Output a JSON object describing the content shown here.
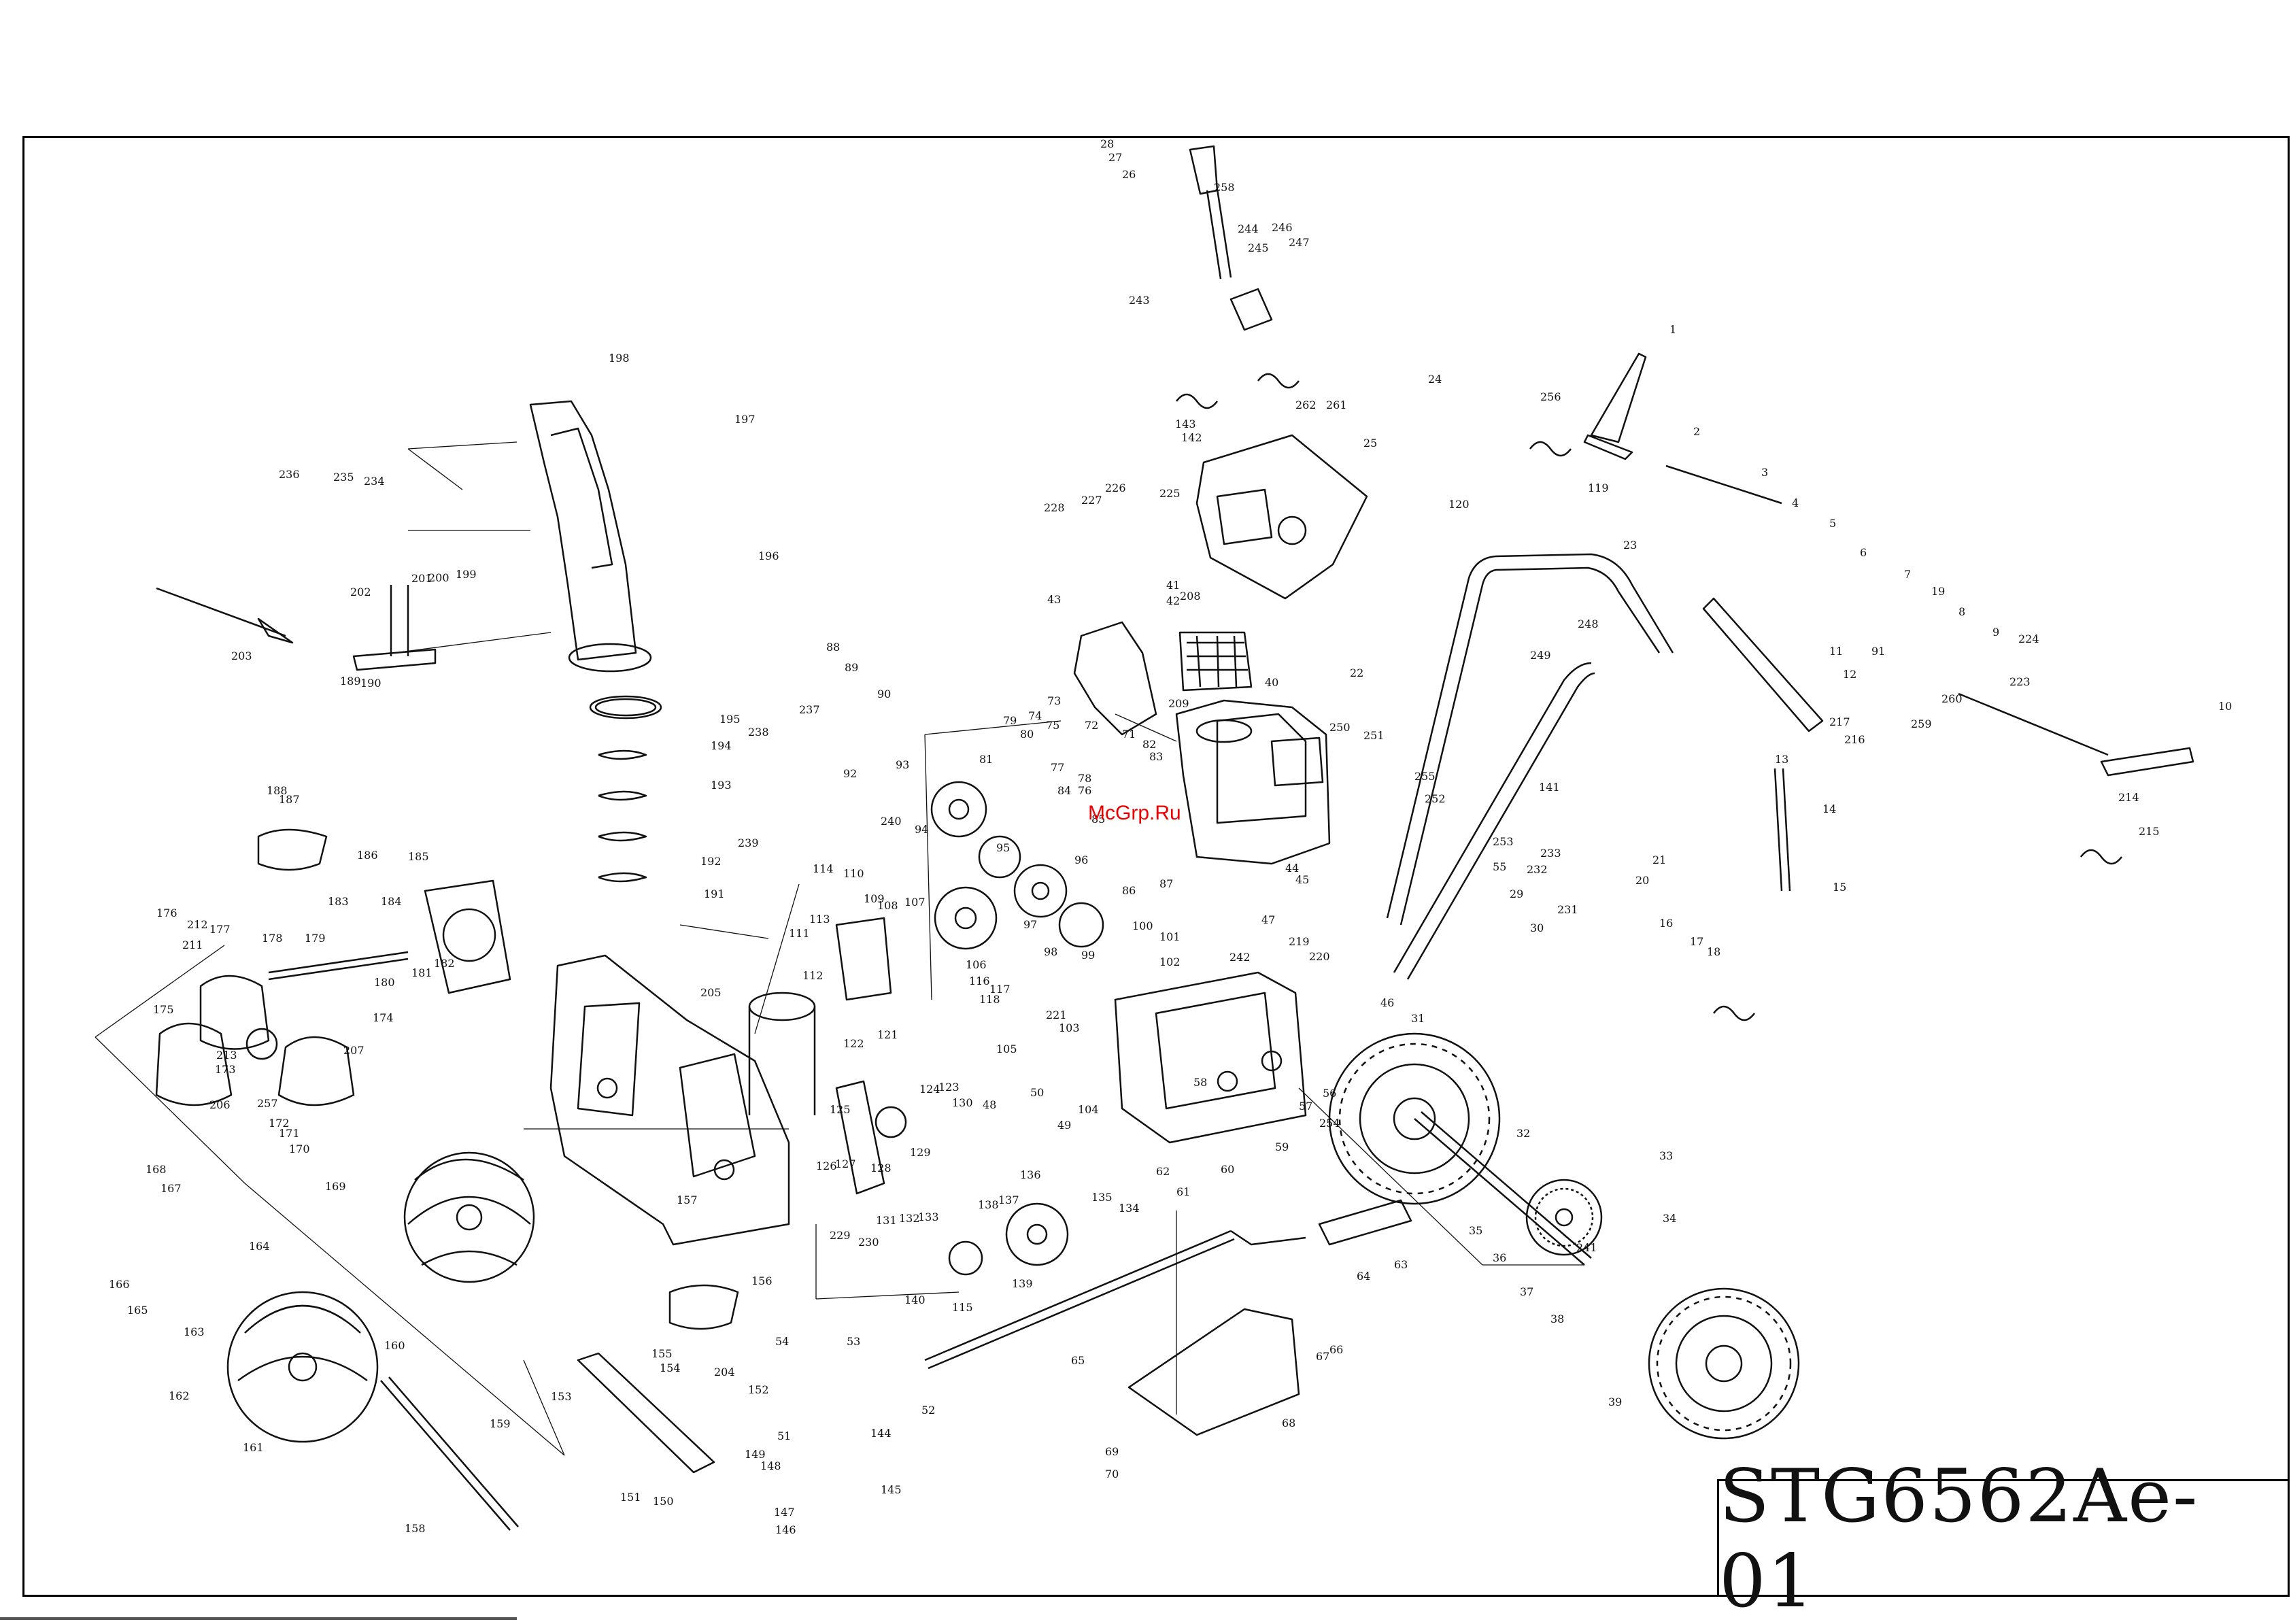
{
  "document": {
    "model_code": "STG6562Ae-01",
    "watermark": "McGrp.Ru"
  },
  "part_labels": [
    "1",
    "2",
    "3",
    "4",
    "5",
    "6",
    "7",
    "8",
    "9",
    "10",
    "11",
    "12",
    "13",
    "14",
    "15",
    "16",
    "17",
    "18",
    "19",
    "20",
    "21",
    "22",
    "23",
    "24",
    "25",
    "26",
    "27",
    "28",
    "29",
    "30",
    "31",
    "32",
    "33",
    "34",
    "35",
    "36",
    "37",
    "38",
    "39",
    "40",
    "41",
    "42",
    "43",
    "44",
    "45",
    "46",
    "47",
    "48",
    "49",
    "50",
    "51",
    "52",
    "53",
    "54",
    "55",
    "56",
    "57",
    "58",
    "59",
    "60",
    "61",
    "62",
    "63",
    "64",
    "65",
    "66",
    "67",
    "68",
    "69",
    "70",
    "71",
    "72",
    "73",
    "74",
    "75",
    "76",
    "77",
    "78",
    "79",
    "80",
    "81",
    "82",
    "83",
    "84",
    "85",
    "86",
    "87",
    "88",
    "89",
    "90",
    "91",
    "92",
    "93",
    "94",
    "95",
    "96",
    "97",
    "98",
    "99",
    "100",
    "101",
    "102",
    "103",
    "104",
    "105",
    "106",
    "107",
    "108",
    "109",
    "110",
    "111",
    "112",
    "113",
    "114",
    "115",
    "116",
    "117",
    "118",
    "119",
    "120",
    "121",
    "122",
    "123",
    "124",
    "125",
    "126",
    "127",
    "128",
    "129",
    "130",
    "131",
    "132",
    "133",
    "134",
    "135",
    "136",
    "137",
    "138",
    "139",
    "140",
    "141",
    "142",
    "143",
    "144",
    "145",
    "146",
    "147",
    "148",
    "149",
    "150",
    "151",
    "152",
    "153",
    "154",
    "155",
    "156",
    "157",
    "158",
    "159",
    "160",
    "161",
    "162",
    "163",
    "164",
    "165",
    "166",
    "167",
    "168",
    "169",
    "170",
    "171",
    "172",
    "173",
    "174",
    "175",
    "176",
    "177",
    "178",
    "179",
    "180",
    "181",
    "182",
    "183",
    "184",
    "185",
    "186",
    "187",
    "188",
    "189",
    "190",
    "191",
    "192",
    "193",
    "194",
    "195",
    "196",
    "197",
    "198",
    "199",
    "200",
    "201",
    "202",
    "203",
    "204",
    "205",
    "206",
    "207",
    "208",
    "209",
    "211",
    "212",
    "213",
    "214",
    "215",
    "216",
    "217",
    "219",
    "220",
    "221",
    "223",
    "224",
    "225",
    "226",
    "227",
    "228",
    "229",
    "230",
    "231",
    "232",
    "233",
    "234",
    "235",
    "236",
    "237",
    "238",
    "239",
    "240",
    "241",
    "242",
    "243",
    "244",
    "245",
    "246",
    "247",
    "248",
    "249",
    "250",
    "251",
    "252",
    "253",
    "254",
    "255",
    "256",
    "257",
    "258",
    "259",
    "260",
    "261",
    "262"
  ]
}
